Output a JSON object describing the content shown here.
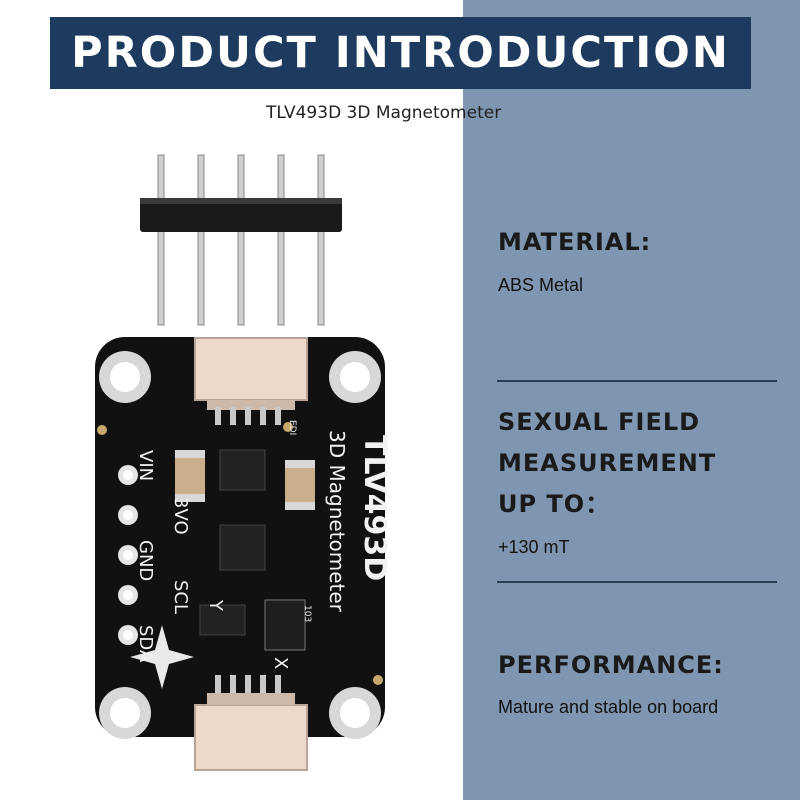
{
  "banner": {
    "title": "PRODUCT INTRODUCTION"
  },
  "subtitle": "TLV493D 3D Magnetometer",
  "specs": [
    {
      "heading_lines": [
        "MATERIAL:"
      ],
      "value": "ABS Metal"
    },
    {
      "heading_lines": [
        "SEXUAL FIELD",
        "MEASUREMENT",
        "UP TO："
      ],
      "value": "+130 mT"
    },
    {
      "heading_lines": [
        "PERFORMANCE:"
      ],
      "value": "Mature and stable on board"
    }
  ],
  "board": {
    "silk_title": "TLV493D",
    "silk_subtitle": "3D Magnetometer",
    "pins": [
      "VIN",
      "3VO",
      "GND",
      "SCL",
      "SDA"
    ],
    "axis_labels": [
      "Y",
      "X"
    ],
    "chip_mark": "103",
    "connector_mark": "EDI"
  },
  "colors": {
    "banner": "#1d3a5f",
    "right_panel": "#7e96b1",
    "pcb": "#111111",
    "connector": "#ecd9cc"
  }
}
